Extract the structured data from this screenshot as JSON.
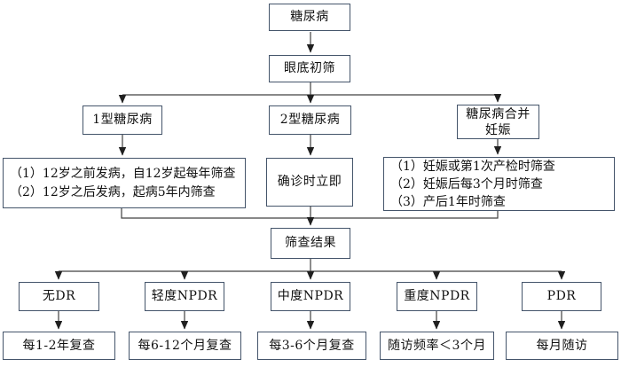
{
  "flowchart": {
    "colors": {
      "box_border": "#44546A",
      "connector": "#404040",
      "arrowhead": "#202020",
      "text": "#111111",
      "background": "#ffffff"
    },
    "nodes": {
      "diabetes": {
        "label": "糖尿病"
      },
      "fundus_screening": {
        "label": "眼底初筛"
      },
      "type1": {
        "label": "1型糖尿病"
      },
      "type2": {
        "label": "2型糖尿病"
      },
      "pregnancy": {
        "line1": "糖尿病合并",
        "line2": "妊娠"
      },
      "type1_schedule": {
        "line1": "（1）12岁之前发病，自12岁起每年筛查",
        "line2": "（2）12岁之后发病，起病5年内筛查"
      },
      "type2_schedule": {
        "label": "确诊时立即"
      },
      "pregnancy_schedule": {
        "line1": "（1）妊娠或第1次产检时筛查",
        "line2": "（2）妊娠后每3个月时筛查",
        "line3": "（3）产后1年时筛查"
      },
      "screening_result": {
        "label": "筛查结果"
      },
      "no_dr": {
        "label": "无DR"
      },
      "mild_npdr": {
        "label": "轻度NPDR"
      },
      "moderate_npdr": {
        "label": "中度NPDR"
      },
      "severe_npdr": {
        "label": "重度NPDR"
      },
      "pdr": {
        "label": "PDR"
      },
      "no_dr_followup": {
        "label": "每1-2年复查"
      },
      "mild_npdr_followup": {
        "label": "每6-12个月复查"
      },
      "moderate_npdr_followup": {
        "label": "每3-6个月复查"
      },
      "severe_npdr_followup": {
        "label": "随访频率＜3个月"
      },
      "pdr_followup": {
        "label": "每月随访"
      }
    }
  }
}
